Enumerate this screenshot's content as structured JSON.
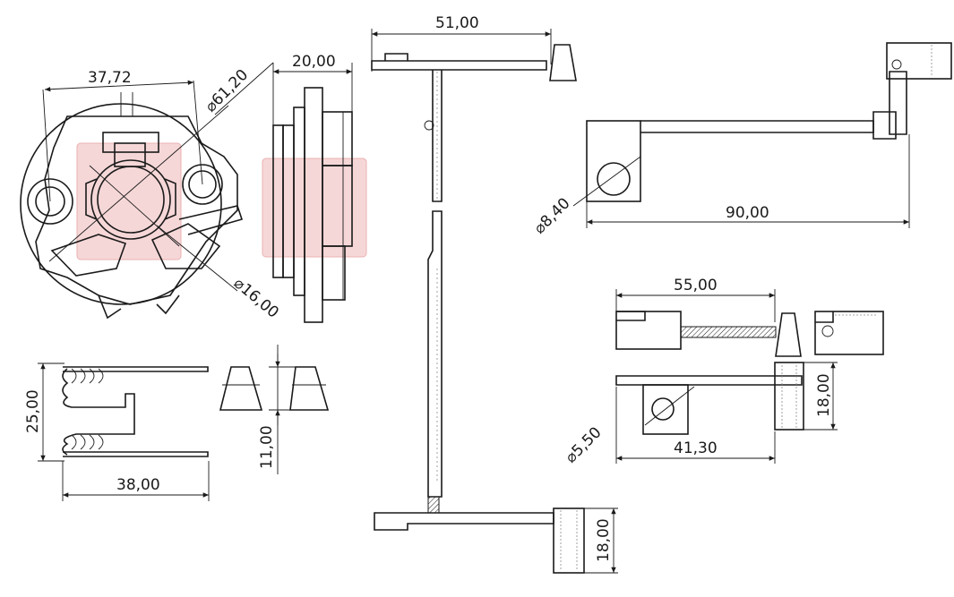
{
  "dimensions": {
    "d_37_72": "37,72",
    "d_61_20": "⌀61,20",
    "d_16_00": "⌀16,00",
    "d_20_00": "20,00",
    "d_51_00": "51,00",
    "d_90_00": "90,00",
    "d_8_40": "⌀8,40",
    "d_55_00": "55,00",
    "d_18_00_a": "18,00",
    "d_5_50": "⌀5,50",
    "d_41_30": "41,30",
    "d_18_00_b": "18,00",
    "d_25_00": "25,00",
    "d_38_00": "38,00",
    "d_11_00": "11,00"
  },
  "colors": {
    "line": "#1a1a1a",
    "watermark": "#f6d7d7"
  }
}
